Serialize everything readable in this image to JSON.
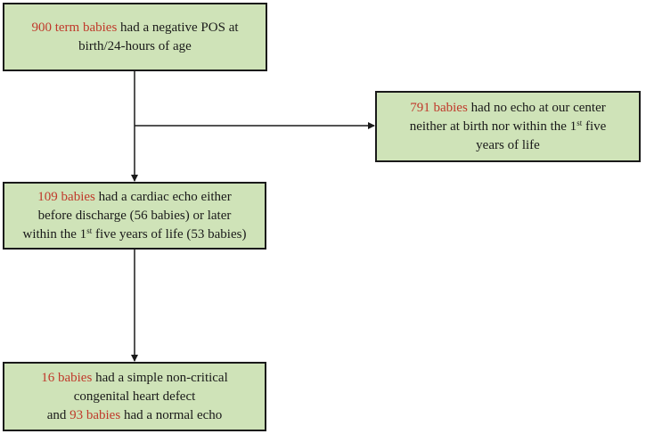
{
  "boxes": {
    "top": {
      "hl1": "900 term babies",
      "t1": " had a negative POS at",
      "t2": "birth/24-hours of age"
    },
    "right": {
      "hl1": "791 babies",
      "t1": " had no echo at our center",
      "t2a": "neither at birth nor within the 1",
      "sup": "st",
      "t2b": " five",
      "t3": "years of life"
    },
    "middle": {
      "hl1": "109 babies",
      "t1": " had a cardiac echo either",
      "t2": "before discharge (56 babies) or later",
      "t3a": "within the 1",
      "sup": "st",
      "t3b": " five years of life (53 babies)"
    },
    "bottom": {
      "hl1": "16 babies",
      "t1": " had a simple non-critical",
      "t2": "congenital heart defect",
      "t3a": "and ",
      "hl2": "93 babies",
      "t3b": " had a normal echo"
    }
  },
  "colors": {
    "box_fill": "#cfe3b8",
    "border": "#1a1a1a",
    "highlight": "#c0392b"
  }
}
